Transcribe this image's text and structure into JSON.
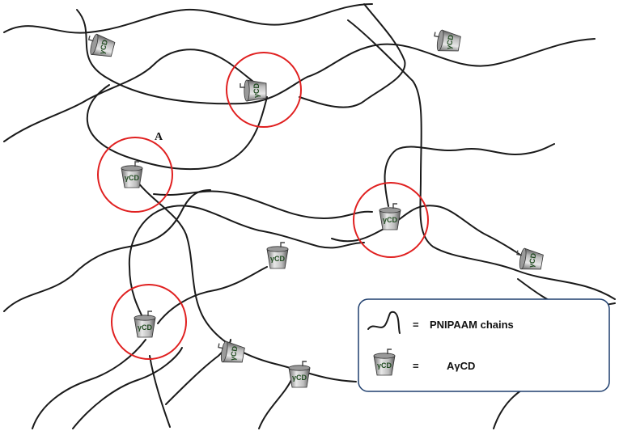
{
  "diagram": {
    "point_label": "A",
    "cd_label": "γCD",
    "legend": {
      "equals": "=",
      "chain_label": "PNIPAAM chains",
      "cd_label": "AγCD"
    }
  }
}
